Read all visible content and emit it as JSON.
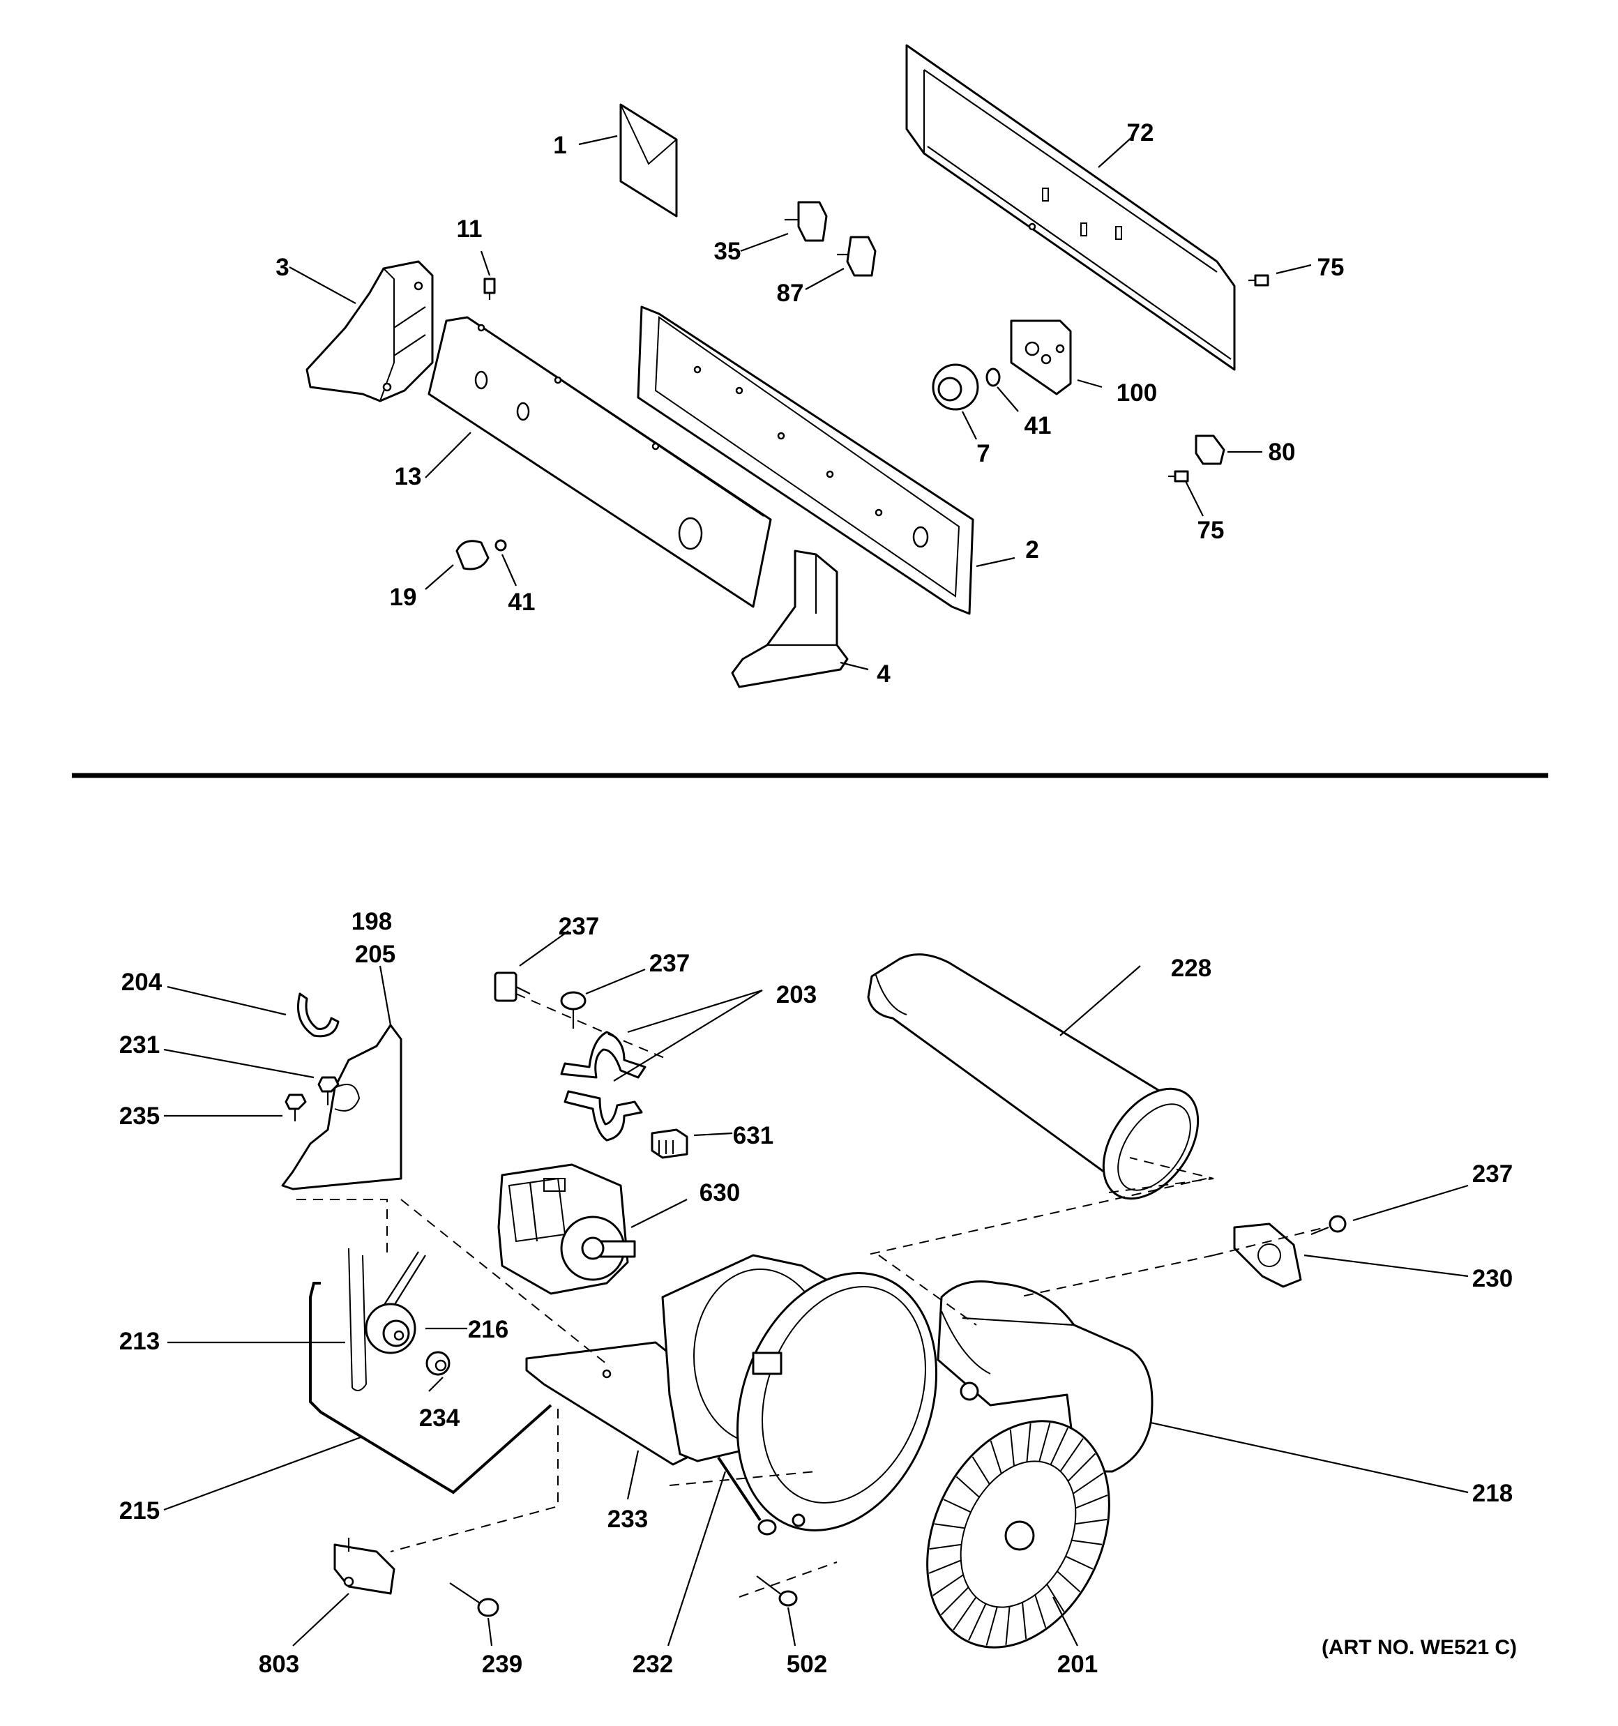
{
  "diagram": {
    "art_number": "(ART NO. WE521 C)",
    "callouts": {
      "c1": "1",
      "c72": "72",
      "c11": "11",
      "c3": "3",
      "c35": "35",
      "c87": "87",
      "c75a": "75",
      "c100": "100",
      "c41a": "41",
      "c7": "7",
      "c13": "13",
      "c80": "80",
      "c75b": "75",
      "c2": "2",
      "c19": "19",
      "c41b": "41",
      "c4": "4",
      "c198": "198",
      "c205": "205",
      "c237a": "237",
      "c237b": "237",
      "c203": "203",
      "c228": "228",
      "c204": "204",
      "c231": "231",
      "c235": "235",
      "c631": "631",
      "c630": "630",
      "c237c": "237",
      "c230": "230",
      "c213": "213",
      "c216": "216",
      "c234": "234",
      "c218": "218",
      "c215": "215",
      "c233": "233",
      "c803": "803",
      "c239": "239",
      "c232": "232",
      "c502": "502",
      "c201": "201"
    }
  }
}
